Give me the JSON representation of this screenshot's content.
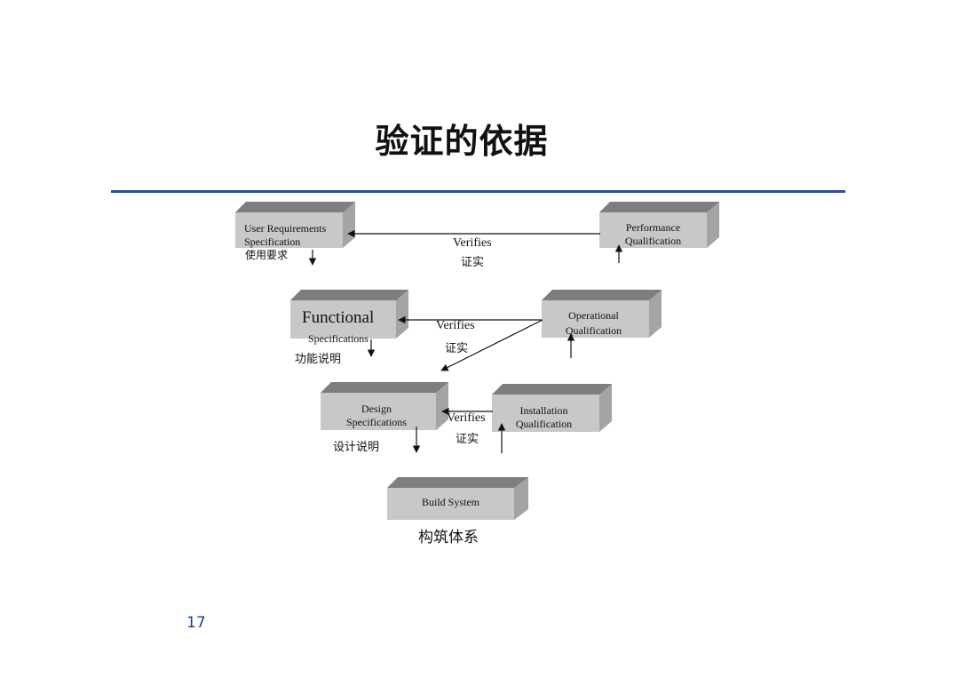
{
  "slide": {
    "title": "验证的依据",
    "page_number": "17"
  },
  "boxes": {
    "urs": {
      "line1": "User Requirements",
      "line2": "Specification",
      "cn": "使用要求"
    },
    "pq": {
      "line1": "Performance",
      "line2": "Qualification"
    },
    "fs": {
      "line1": "Functional",
      "line2": "Specifications",
      "cn": "功能说明"
    },
    "oq": {
      "line1": "Operational",
      "line2": "Qualification"
    },
    "ds": {
      "line1": "Design",
      "line2": "Specifications",
      "cn": "设计说明"
    },
    "iq": {
      "line1": "Installation",
      "line2": "Qualification"
    },
    "build": {
      "line1": "Build System",
      "cn": "构筑体系"
    }
  },
  "verifies": [
    {
      "en": "Verifies",
      "cn": "证实"
    },
    {
      "en": "Verifies",
      "cn": "证实"
    },
    {
      "en": "Verifies",
      "cn": "证实"
    }
  ],
  "colors": {
    "rule": "#2a4f9f",
    "box_front": "#c8c8c8",
    "box_top": "#7e7e7e",
    "box_side": "#a4a4a4",
    "page_number": "#1f3f84"
  }
}
